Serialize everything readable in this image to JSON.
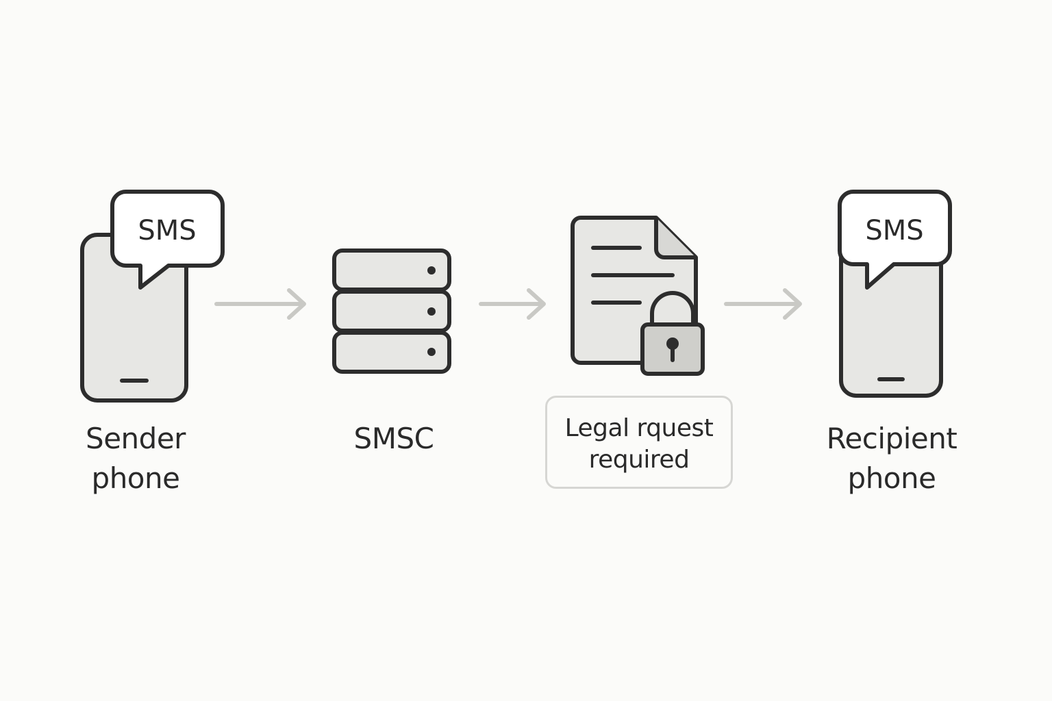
{
  "nodes": {
    "sender": {
      "bubble_text": "SMS",
      "label_line1": "Sender",
      "label_line2": "phone"
    },
    "smsc": {
      "label": "SMSC"
    },
    "legal": {
      "line1": "Legal rquest",
      "line2": "required"
    },
    "recipient": {
      "bubble_text": "SMS",
      "label_line1": "Recipient",
      "label_line2": "phone"
    }
  },
  "colors": {
    "stroke": "#2d2d2d",
    "fill_light": "#e7e7e4",
    "fill_lock": "#cfcfcb",
    "arrow": "#c9c9c5",
    "background": "#fbfbf9",
    "box_border": "#d6d6d3"
  },
  "icons": [
    "phone-icon",
    "speech-bubble-icon",
    "server-icon",
    "document-icon",
    "padlock-icon",
    "arrow-right-icon"
  ]
}
